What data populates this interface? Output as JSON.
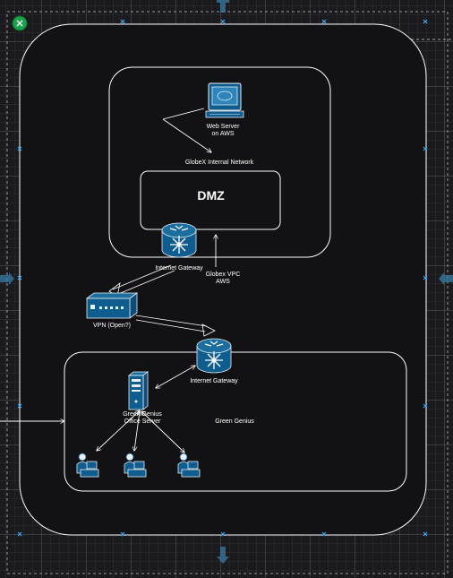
{
  "diagram": {
    "web_server_label": "Web Server\non AWS",
    "internal_network_label": "GlobeX Internal Network",
    "dmz_label": "DMZ",
    "aws_gateway_label": "Internet Gateway",
    "vpc_label": "Globex VPC\nAWS",
    "vpn_label": "VPN (Open?)",
    "office_gateway_label": "Internet Gateway",
    "office_server_label": "Green Genius\nOffice Server",
    "office_label": "Green Genius"
  },
  "colors": {
    "device_blue": "#0f5d8e",
    "device_light": "#e8eef3",
    "line": "#ffffff",
    "selection": "#3fa9f5",
    "handle_green": "#1aa34a"
  },
  "icons": [
    "web-server-icon",
    "router-icon",
    "vpn-appliance-icon",
    "server-tower-icon",
    "user-workstation-icon",
    "collapse-icon",
    "move-arrow-icon"
  ]
}
